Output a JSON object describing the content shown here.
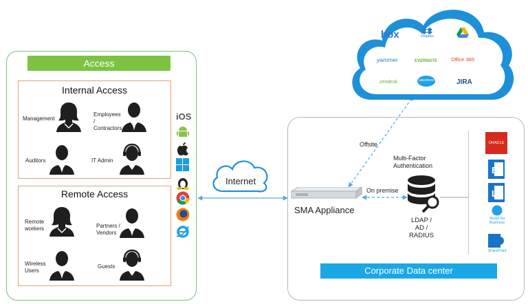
{
  "access": {
    "title": "Access",
    "internal": {
      "title": "Internal Access",
      "people": [
        "Management",
        "Employees / Contractors",
        "Auditors",
        "IT Admin"
      ]
    },
    "remote": {
      "title": "Remote Access",
      "people": [
        "Remote workers",
        "Partners / Vendors",
        "Wireless Users",
        "Guests"
      ]
    },
    "platform_icons": [
      "ios-icon",
      "android-icon",
      "apple-icon",
      "windows-icon",
      "linux-icon",
      "chrome-icon",
      "firefox-icon",
      "internet-explorer-icon"
    ],
    "ios_label": "iOS"
  },
  "internet": {
    "label": "Internet"
  },
  "appliance": {
    "label": "SMA Appliance"
  },
  "links": {
    "offsite": "Offsite",
    "on_premise": "On premise",
    "mfa": "Multi-Factor Authentication"
  },
  "auth": {
    "label": "LDAP / AD / RADIUS"
  },
  "data_center": {
    "title": "Corporate Data center"
  },
  "cloud_services": [
    "box",
    "Dropbox",
    "Google Drive",
    "yammer",
    "EVERNOTE",
    "Office 365",
    "zendesk",
    "salesforce",
    "JIRA"
  ],
  "enterprise_apps": {
    "oracle": "ORACLE",
    "skype": "Skype for Business",
    "sharepoint": "SharePoint"
  },
  "colors": {
    "access_green": "#7dc241",
    "dc_blue": "#1aa7e5",
    "cloud_blue": "#1e90d8",
    "link_blue": "#5aa7d8"
  }
}
